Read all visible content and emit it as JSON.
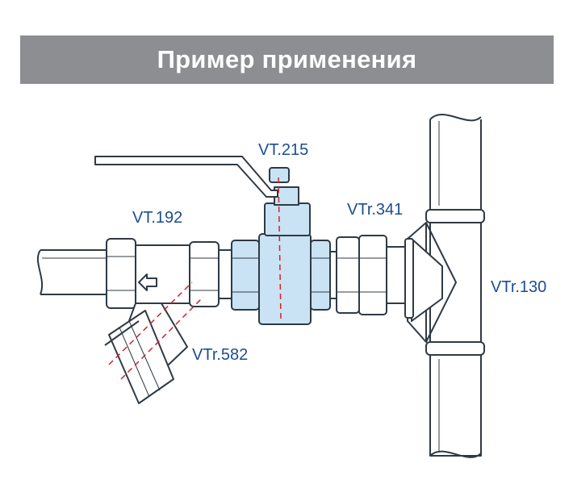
{
  "header": {
    "title": "Пример применения"
  },
  "labels": {
    "vt215": "VT.215",
    "vt192": "VT.192",
    "vtr341": "VTr.341",
    "vtr130": "VTr.130",
    "vtr582": "VTr.582"
  },
  "colors": {
    "banner": "#8c8e91",
    "label": "#1b4d93",
    "line": "#2f3a45",
    "highlight": "#c9e3f4",
    "dashed": "#d8202b"
  },
  "icons": [
    "flow-arrow-icon"
  ]
}
